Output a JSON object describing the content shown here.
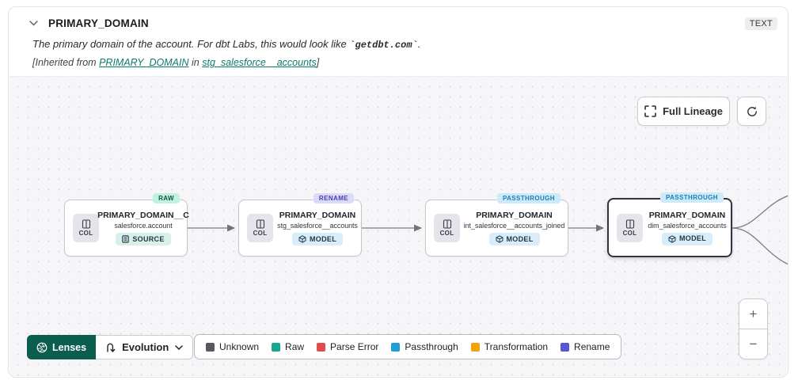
{
  "header": {
    "title": "PRIMARY_DOMAIN",
    "type_badge": "TEXT",
    "description_prefix": "The primary domain of the account. For dbt Labs, this would look like ",
    "description_code": "`getdbt.com`",
    "description_suffix": ".",
    "inherited_prefix": "[Inherited from ",
    "inherited_column_link": "PRIMARY_DOMAIN",
    "inherited_middle": " in ",
    "inherited_model_link": "stg_salesforce__accounts",
    "inherited_suffix": "]"
  },
  "canvas": {
    "full_lineage_label": "Full Lineage",
    "zoom_in_label": "+",
    "zoom_out_label": "−",
    "nodes": [
      {
        "title": "PRIMARY_DOMAIN__C",
        "subtitle": "salesforce.account",
        "col_label": "COL",
        "type": "RAW",
        "type_bg": "#c2f1e0",
        "type_fg": "#0f5247",
        "resource": "SOURCE",
        "resource_bg": "#d7f1ea"
      },
      {
        "title": "PRIMARY_DOMAIN",
        "subtitle": "stg_salesforce__accounts",
        "col_label": "COL",
        "type": "RENAME",
        "type_bg": "#dbdaf9",
        "type_fg": "#4545ae",
        "resource": "MODEL",
        "resource_bg": "#d8edf9"
      },
      {
        "title": "PRIMARY_DOMAIN",
        "subtitle": "int_salesforce__accounts_joined",
        "col_label": "COL",
        "type": "PASSTHROUGH",
        "type_bg": "#cde9fa",
        "type_fg": "#1d7fb5",
        "resource": "MODEL",
        "resource_bg": "#d8edf9"
      },
      {
        "title": "PRIMARY_DOMAIN",
        "subtitle": "dim_salesforce_accounts",
        "col_label": "COL",
        "type": "PASSTHROUGH",
        "type_bg": "#cde9fa",
        "type_fg": "#1d7fb5",
        "resource": "MODEL",
        "resource_bg": "#d8edf9"
      }
    ]
  },
  "toolbar": {
    "lenses_label": "Lenses",
    "lens_selected": "Evolution"
  },
  "legend": {
    "items": [
      {
        "label": "Unknown",
        "color": "#595960"
      },
      {
        "label": "Raw",
        "color": "#17a68e"
      },
      {
        "label": "Parse Error",
        "color": "#e14d4d"
      },
      {
        "label": "Passthrough",
        "color": "#1e9ed6"
      },
      {
        "label": "Transformation",
        "color": "#f1a208"
      },
      {
        "label": "Rename",
        "color": "#5756d3"
      }
    ]
  }
}
